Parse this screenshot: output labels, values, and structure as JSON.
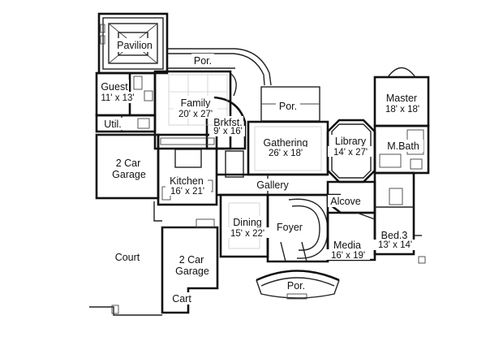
{
  "rooms": {
    "pavilion": {
      "name": "Pavilion"
    },
    "porch_top": {
      "name": "Por."
    },
    "guest": {
      "name": "Guest",
      "dims": "11' x 13'"
    },
    "family": {
      "name": "Family",
      "dims": "20' x 27'"
    },
    "brkfst": {
      "name": "Brkfst.",
      "dims": "9' x 16'"
    },
    "porch_mid": {
      "name": "Por."
    },
    "master": {
      "name": "Master",
      "dims": "18' x 18'"
    },
    "util": {
      "name": "Util."
    },
    "gathering": {
      "name": "Gathering",
      "dims": "26' x 18'"
    },
    "library": {
      "name": "Library",
      "dims": "14' x 27'"
    },
    "mbath": {
      "name": "M.Bath"
    },
    "garage1": {
      "name": "2 Car",
      "name2": "Garage"
    },
    "kitchen": {
      "name": "Kitchen",
      "dims": "16' x 21'"
    },
    "gallery": {
      "name": "Gallery"
    },
    "alcove": {
      "name": "Alcove"
    },
    "dining": {
      "name": "Dining",
      "dims": "15' x 22'"
    },
    "foyer": {
      "name": "Foyer"
    },
    "bed3": {
      "name": "Bed.3",
      "dims": "13' x 14'"
    },
    "media": {
      "name": "Media",
      "dims": "16' x 19'"
    },
    "court": {
      "name": "Court"
    },
    "garage2": {
      "name": "2 Car",
      "name2": "Garage"
    },
    "cart": {
      "name": "Cart"
    },
    "porch_bottom": {
      "name": "Por."
    }
  }
}
